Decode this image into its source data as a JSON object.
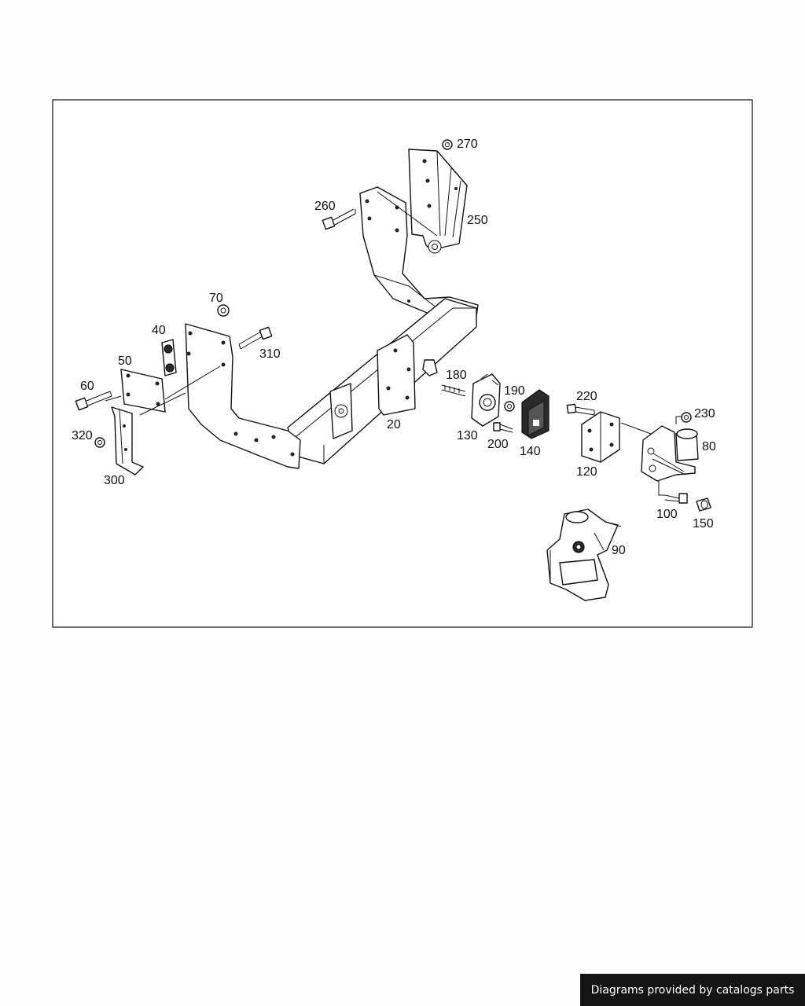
{
  "callouts": {
    "c20": "20",
    "c40": "40",
    "c50": "50",
    "c60": "60",
    "c70": "70",
    "c80": "80",
    "c90": "90",
    "c100": "100",
    "c120": "120",
    "c130": "130",
    "c140": "140",
    "c150": "150",
    "c180": "180",
    "c190": "190",
    "c200": "200",
    "c220": "220",
    "c230": "230",
    "c250": "250",
    "c260": "260",
    "c270": "270",
    "c300": "300",
    "c310": "310",
    "c320": "320"
  },
  "credit": "Diagrams provided by catalogs parts"
}
